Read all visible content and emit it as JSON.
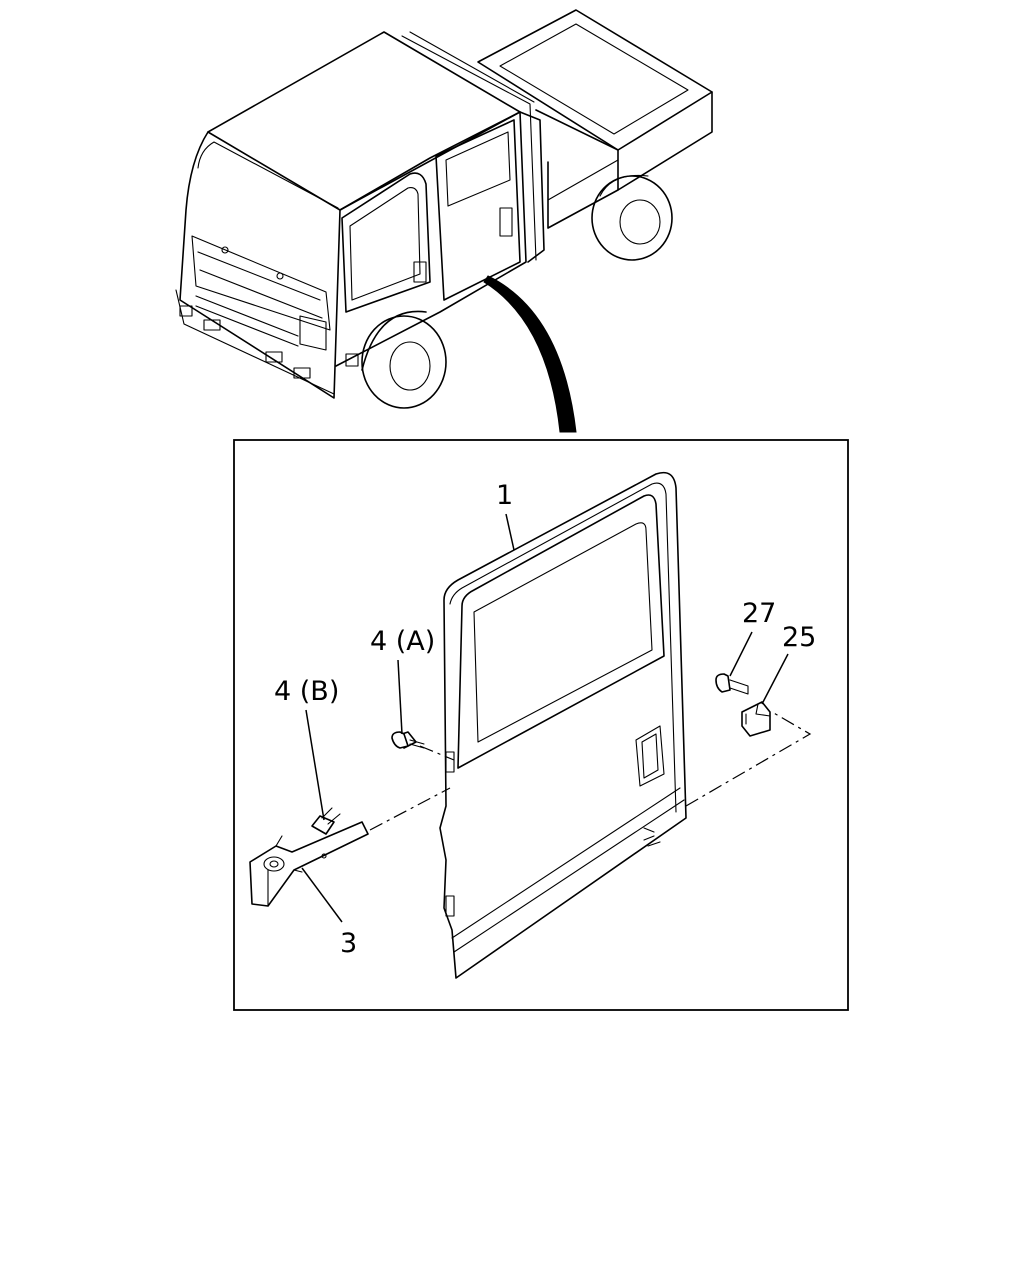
{
  "diagram": {
    "callouts": [
      {
        "id": "door",
        "label": "1"
      },
      {
        "id": "hinge-bolt-a",
        "label": "4 (A)"
      },
      {
        "id": "hinge-bolt-b",
        "label": "4 (B)"
      },
      {
        "id": "hinge",
        "label": "3"
      },
      {
        "id": "striker-bolt",
        "label": "27"
      },
      {
        "id": "striker",
        "label": "25"
      }
    ],
    "colors": {
      "ink": "#000000",
      "paper": "#ffffff"
    }
  }
}
